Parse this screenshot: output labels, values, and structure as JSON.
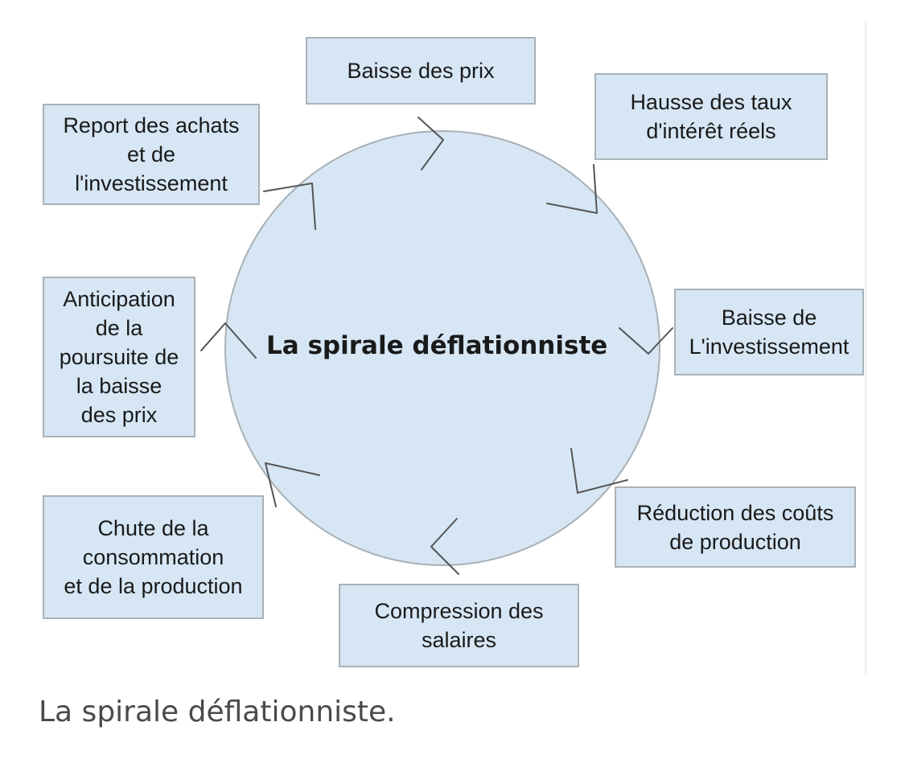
{
  "diagram": {
    "center_title": "La spirale déflationniste",
    "steps": [
      {
        "id": "baisse-des-prix",
        "label": "Baisse des prix"
      },
      {
        "id": "hausse-des-taux",
        "label": "Hausse des taux\nd'intérêt réels"
      },
      {
        "id": "baisse-investissement",
        "label": "Baisse de\nL'investissement"
      },
      {
        "id": "reduction-couts",
        "label": "Réduction des coûts\nde production"
      },
      {
        "id": "compression-salaires",
        "label": "Compression des\nsalaires"
      },
      {
        "id": "chute-consommation",
        "label": "Chute de la\nconsommation\net de la production"
      },
      {
        "id": "anticipation",
        "label": "Anticipation\nde la\npoursuite de\nla baisse\ndes prix"
      },
      {
        "id": "report-achats",
        "label": "Report des achats\net de\nl'investissement"
      }
    ],
    "colors": {
      "circle_fill": "#d6e6f4",
      "box_fill": "#d6e6f4",
      "outline": "#aab1b8",
      "arrow": "#555555"
    }
  },
  "caption": "La spirale déflationniste."
}
